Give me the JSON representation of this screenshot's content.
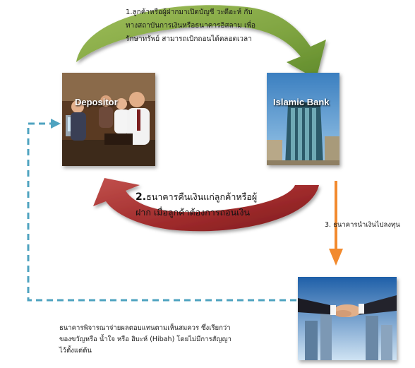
{
  "step1": {
    "lines": [
      "1.ลูกค้าหรือผู้ฝากมาเปิดบัญชี วะดีอะห์ กับ",
      "ทางสถาบันการเงินหรือธนาคารอิสลาม เพื่อ",
      "รักษาทรัพย์ สามารถเบิกถอนได้ตลอดเวลา"
    ]
  },
  "step2": {
    "number": "2.",
    "line1": "ธนาคารคืนเงินแก่ลูกค้าหรือผู้",
    "line2": "ฝาก เมื่อลูกค้าต้องการถอนเงิน"
  },
  "step3": {
    "text": "3. ธนาคารนำเงินไปลงทุน"
  },
  "note": {
    "lines": [
      "ธนาคารพิจารณาจ่ายผลตอบแทนตามเห็นสมควร ซึ่งเรียกว่า",
      "ของขวัญหรือ น้ำใจ หรือ ฮิบะห์ (Hibah) โดยไม่มีการสัญญา",
      "ไว้ตั้งแต่ต้น"
    ]
  },
  "nodes": {
    "depositor": "Depositor",
    "bank": "Islamic Bank"
  },
  "icons": {
    "depositor_photo": "people-at-bank-counter-image",
    "bank_photo": "bank-tower-image",
    "investment_photo": "handshake-image"
  },
  "colors": {
    "green_arrow": "#7fa441",
    "red_arrow": "#9e2a2b",
    "orange_arrow": "#f28a2e",
    "dashed_arrow": "#4fa3c0"
  }
}
